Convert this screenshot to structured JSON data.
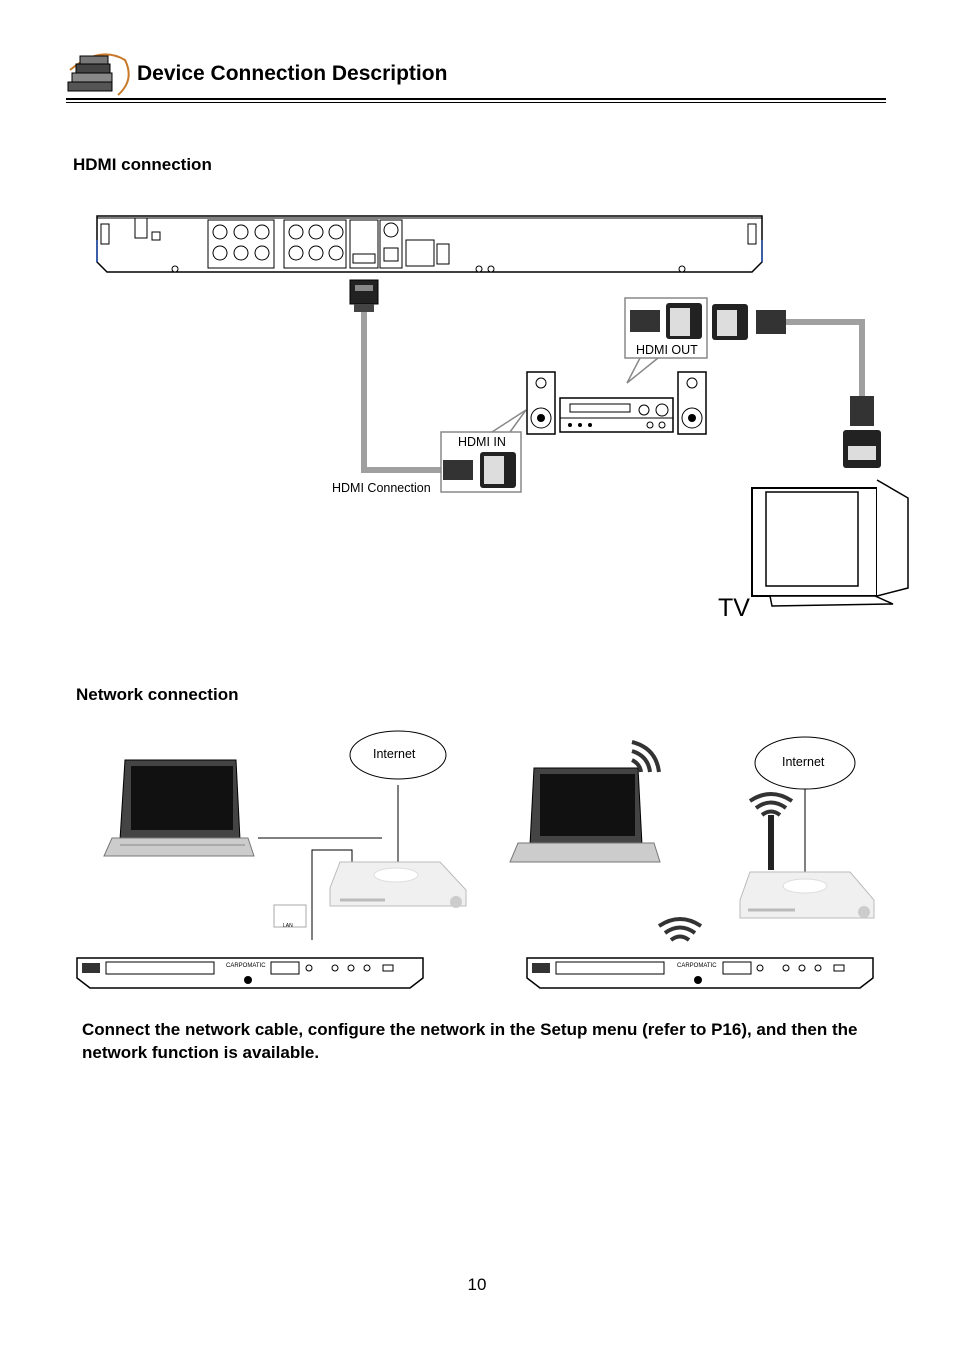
{
  "header": {
    "title": "Device Connection Description",
    "icon": "books-icon"
  },
  "hdmi_section": {
    "title": "HDMI connection",
    "labels": {
      "hdmi_out": "HDMI OUT",
      "hdmi_in": "HDMI IN",
      "hdmi_connection": "HDMI Connection",
      "tv": "TV"
    }
  },
  "network_section": {
    "title": "Network connection",
    "internet_label_left": "Internet",
    "internet_label_right": "Internet",
    "lan_label": "LAN",
    "player_brand": "CARPOMATIC"
  },
  "note": "Connect the network cable, configure the network in the Setup menu (refer to P16), and then the network function is available.",
  "page_number": "10",
  "colors": {
    "cable": "#a0a0a0",
    "device_gray": "#e8e8e8",
    "dark": "#222222"
  }
}
